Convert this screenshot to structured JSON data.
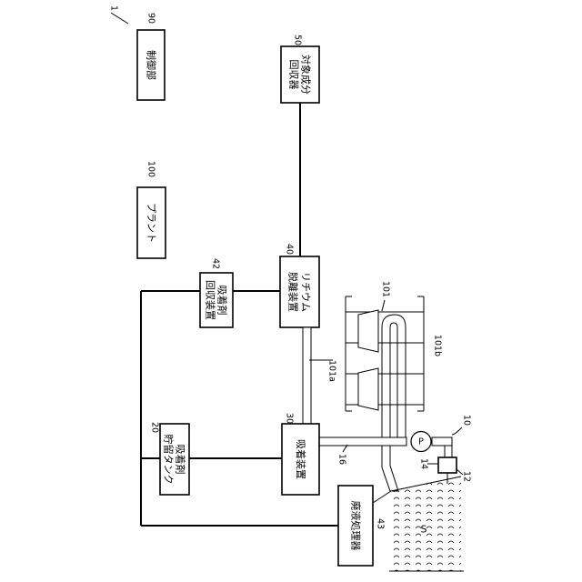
{
  "diagram": {
    "system_ref": "1",
    "units": {
      "control": {
        "lines": [
          "制御部"
        ],
        "ref": "90"
      },
      "target_recovery": {
        "lines": [
          "対象成分",
          "回収器"
        ],
        "ref": "50"
      },
      "plant": {
        "lines": [
          "プラント"
        ],
        "ref": "100"
      },
      "adsorbent_recovery": {
        "lines": [
          "吸着剤",
          "回収装置"
        ],
        "ref": "42"
      },
      "lithium_desorption": {
        "lines": [
          "リチウム",
          "脱離装置"
        ],
        "ref": "40"
      },
      "adsorbent_tank": {
        "lines": [
          "吸着剤",
          "貯留タンク"
        ],
        "ref": "20"
      },
      "adsorption_device": {
        "lines": [
          "吸着装置"
        ],
        "ref": "30"
      },
      "waste_treatment": {
        "lines": [
          "廃液処理器"
        ],
        "ref": "43"
      }
    },
    "refs": {
      "heat_exchanger": "101",
      "hx_top": "101a",
      "hx_bottom": "101b",
      "pipe": "16",
      "pump": "P",
      "vessel": "10",
      "sensor_a": "14",
      "sensor_b": "12",
      "liquid": "S"
    }
  }
}
